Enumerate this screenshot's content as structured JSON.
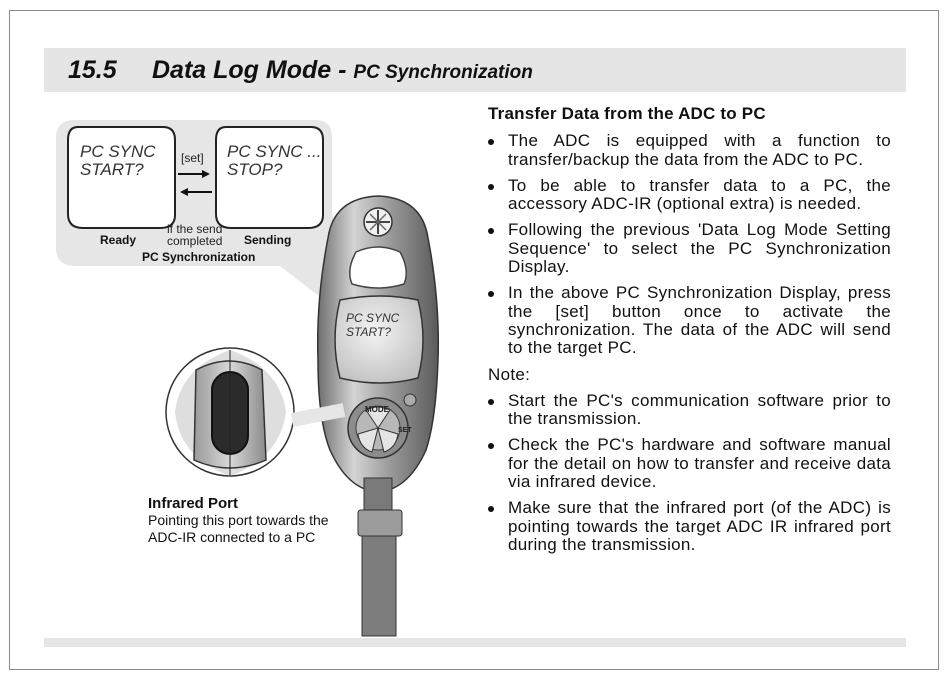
{
  "header": {
    "section_number": "15.5",
    "title": "Data Log Mode - ",
    "subtitle": "PC Synchronization"
  },
  "diagram": {
    "screen_left_line1": "PC SYNC",
    "screen_left_line2": "START?",
    "screen_right_line1": "PC SYNC ...",
    "screen_right_line2": "STOP?",
    "set_label": "[set]",
    "if_send_line1": "if the send",
    "if_send_line2": "completed",
    "ready_label": "Ready",
    "sending_label": "Sending",
    "caption": "PC Synchronization",
    "device_screen_line1": "PC SYNC",
    "device_screen_line2": "START?",
    "mode_button": "MODE",
    "set_button": "SET"
  },
  "port": {
    "title": "Infrared Port",
    "desc": "Pointing this port towards the ADC-IR connected to a PC"
  },
  "content": {
    "heading": "Transfer Data from the ADC to PC",
    "bullets": [
      "The ADC is equipped with a function to transfer/backup the data from the ADC to PC.",
      "To be able to transfer data to a PC, the accessory ADC-IR (optional extra) is needed.",
      "Following the previous 'Data Log Mode Setting Sequence' to select the PC Synchronization Display.",
      "In the above PC Synchronization Display, press the [set] button once to activate the synchronization. The data of the ADC will send to the target PC."
    ],
    "note_label": "Note:",
    "notes": [
      "Start the PC's communication software prior to the transmission.",
      "Check the PC's hardware and software manual for the detail on how to transfer and receive data via infrared device.",
      "Make sure that the infrared port (of the ADC) is pointing towards the target ADC IR infrared port during the transmission."
    ]
  }
}
